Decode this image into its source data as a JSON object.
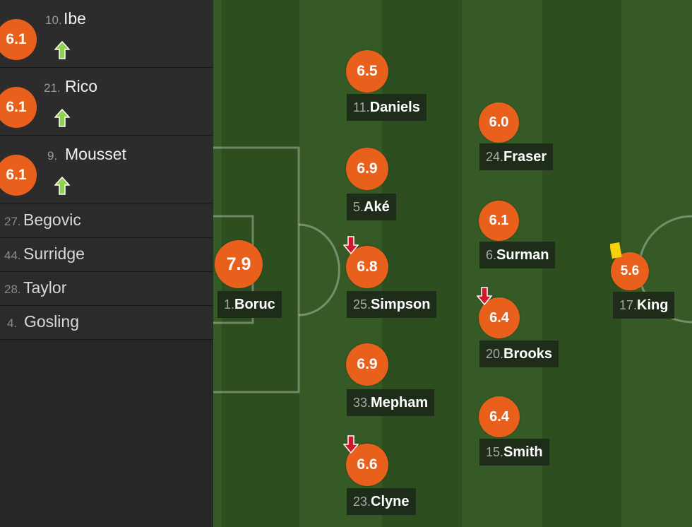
{
  "substitutes": [
    {
      "number": "10.",
      "name": "Ibe",
      "rating": "6.1",
      "status": "subbed-on"
    },
    {
      "number": "21.",
      "name": "Rico",
      "rating": "6.1",
      "status": "subbed-on"
    },
    {
      "number": "9.",
      "name": "Mousset",
      "rating": "6.1",
      "status": "subbed-on"
    }
  ],
  "bench": [
    {
      "number": "27.",
      "name": "Begovic"
    },
    {
      "number": "44.",
      "name": "Surridge"
    },
    {
      "number": "28.",
      "name": "Taylor"
    },
    {
      "number": "4.",
      "name": "Gosling"
    }
  ],
  "players": [
    {
      "number": "1.",
      "name": "Boruc",
      "rating": "7.9"
    },
    {
      "number": "11.",
      "name": "Daniels",
      "rating": "6.5"
    },
    {
      "number": "5.",
      "name": "Aké",
      "rating": "6.9"
    },
    {
      "number": "25.",
      "name": "Simpson",
      "rating": "6.8",
      "subbed_off": true
    },
    {
      "number": "33.",
      "name": "Mepham",
      "rating": "6.9"
    },
    {
      "number": "23.",
      "name": "Clyne",
      "rating": "6.6",
      "subbed_off": true
    },
    {
      "number": "24.",
      "name": "Fraser",
      "rating": "6.0"
    },
    {
      "number": "6.",
      "name": "Surman",
      "rating": "6.1"
    },
    {
      "number": "20.",
      "name": "Brooks",
      "rating": "6.4",
      "subbed_off": true
    },
    {
      "number": "15.",
      "name": "Smith",
      "rating": "6.4"
    },
    {
      "number": "17.",
      "name": "King",
      "rating": "5.6",
      "yellow_card": true
    }
  ],
  "colors": {
    "rating_bubble": "#e9601d",
    "pitch_stripe_light": "#355a25",
    "pitch_stripe_dark": "#2d4e1f",
    "sub_on_arrow": "#8fd14f",
    "sub_off_arrow": "#d0182c",
    "yellow_card": "#f5d20a"
  },
  "icons": {
    "subbed_on": "arrow-up-icon",
    "subbed_off": "arrow-down-icon",
    "booking": "yellow-card-icon"
  }
}
